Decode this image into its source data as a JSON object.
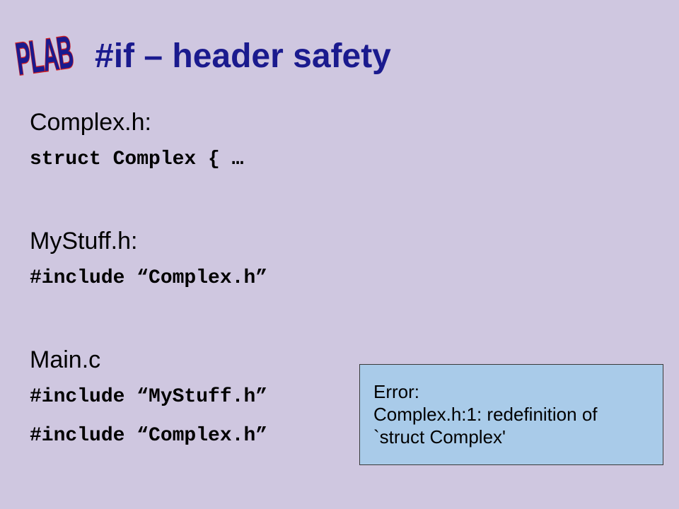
{
  "logo": {
    "text": "PLAB",
    "fill_color": "#1a1a8e",
    "outline_color": "#d42020"
  },
  "title": "#if – header safety",
  "sections": [
    {
      "heading": "Complex.h:",
      "code": [
        "struct Complex { …"
      ]
    },
    {
      "heading": "MyStuff.h:",
      "code": [
        "#include “Complex.h”"
      ]
    },
    {
      "heading": "Main.c",
      "code": [
        "#include “MyStuff.h”",
        "#include “Complex.h”"
      ]
    }
  ],
  "error_box": {
    "lines": [
      "Error:",
      "Complex.h:1: redefinition of",
      "`struct Complex'"
    ],
    "background": "#a9cbe9"
  },
  "colors": {
    "background": "#cfc7e0",
    "title": "#1a1a8e"
  }
}
